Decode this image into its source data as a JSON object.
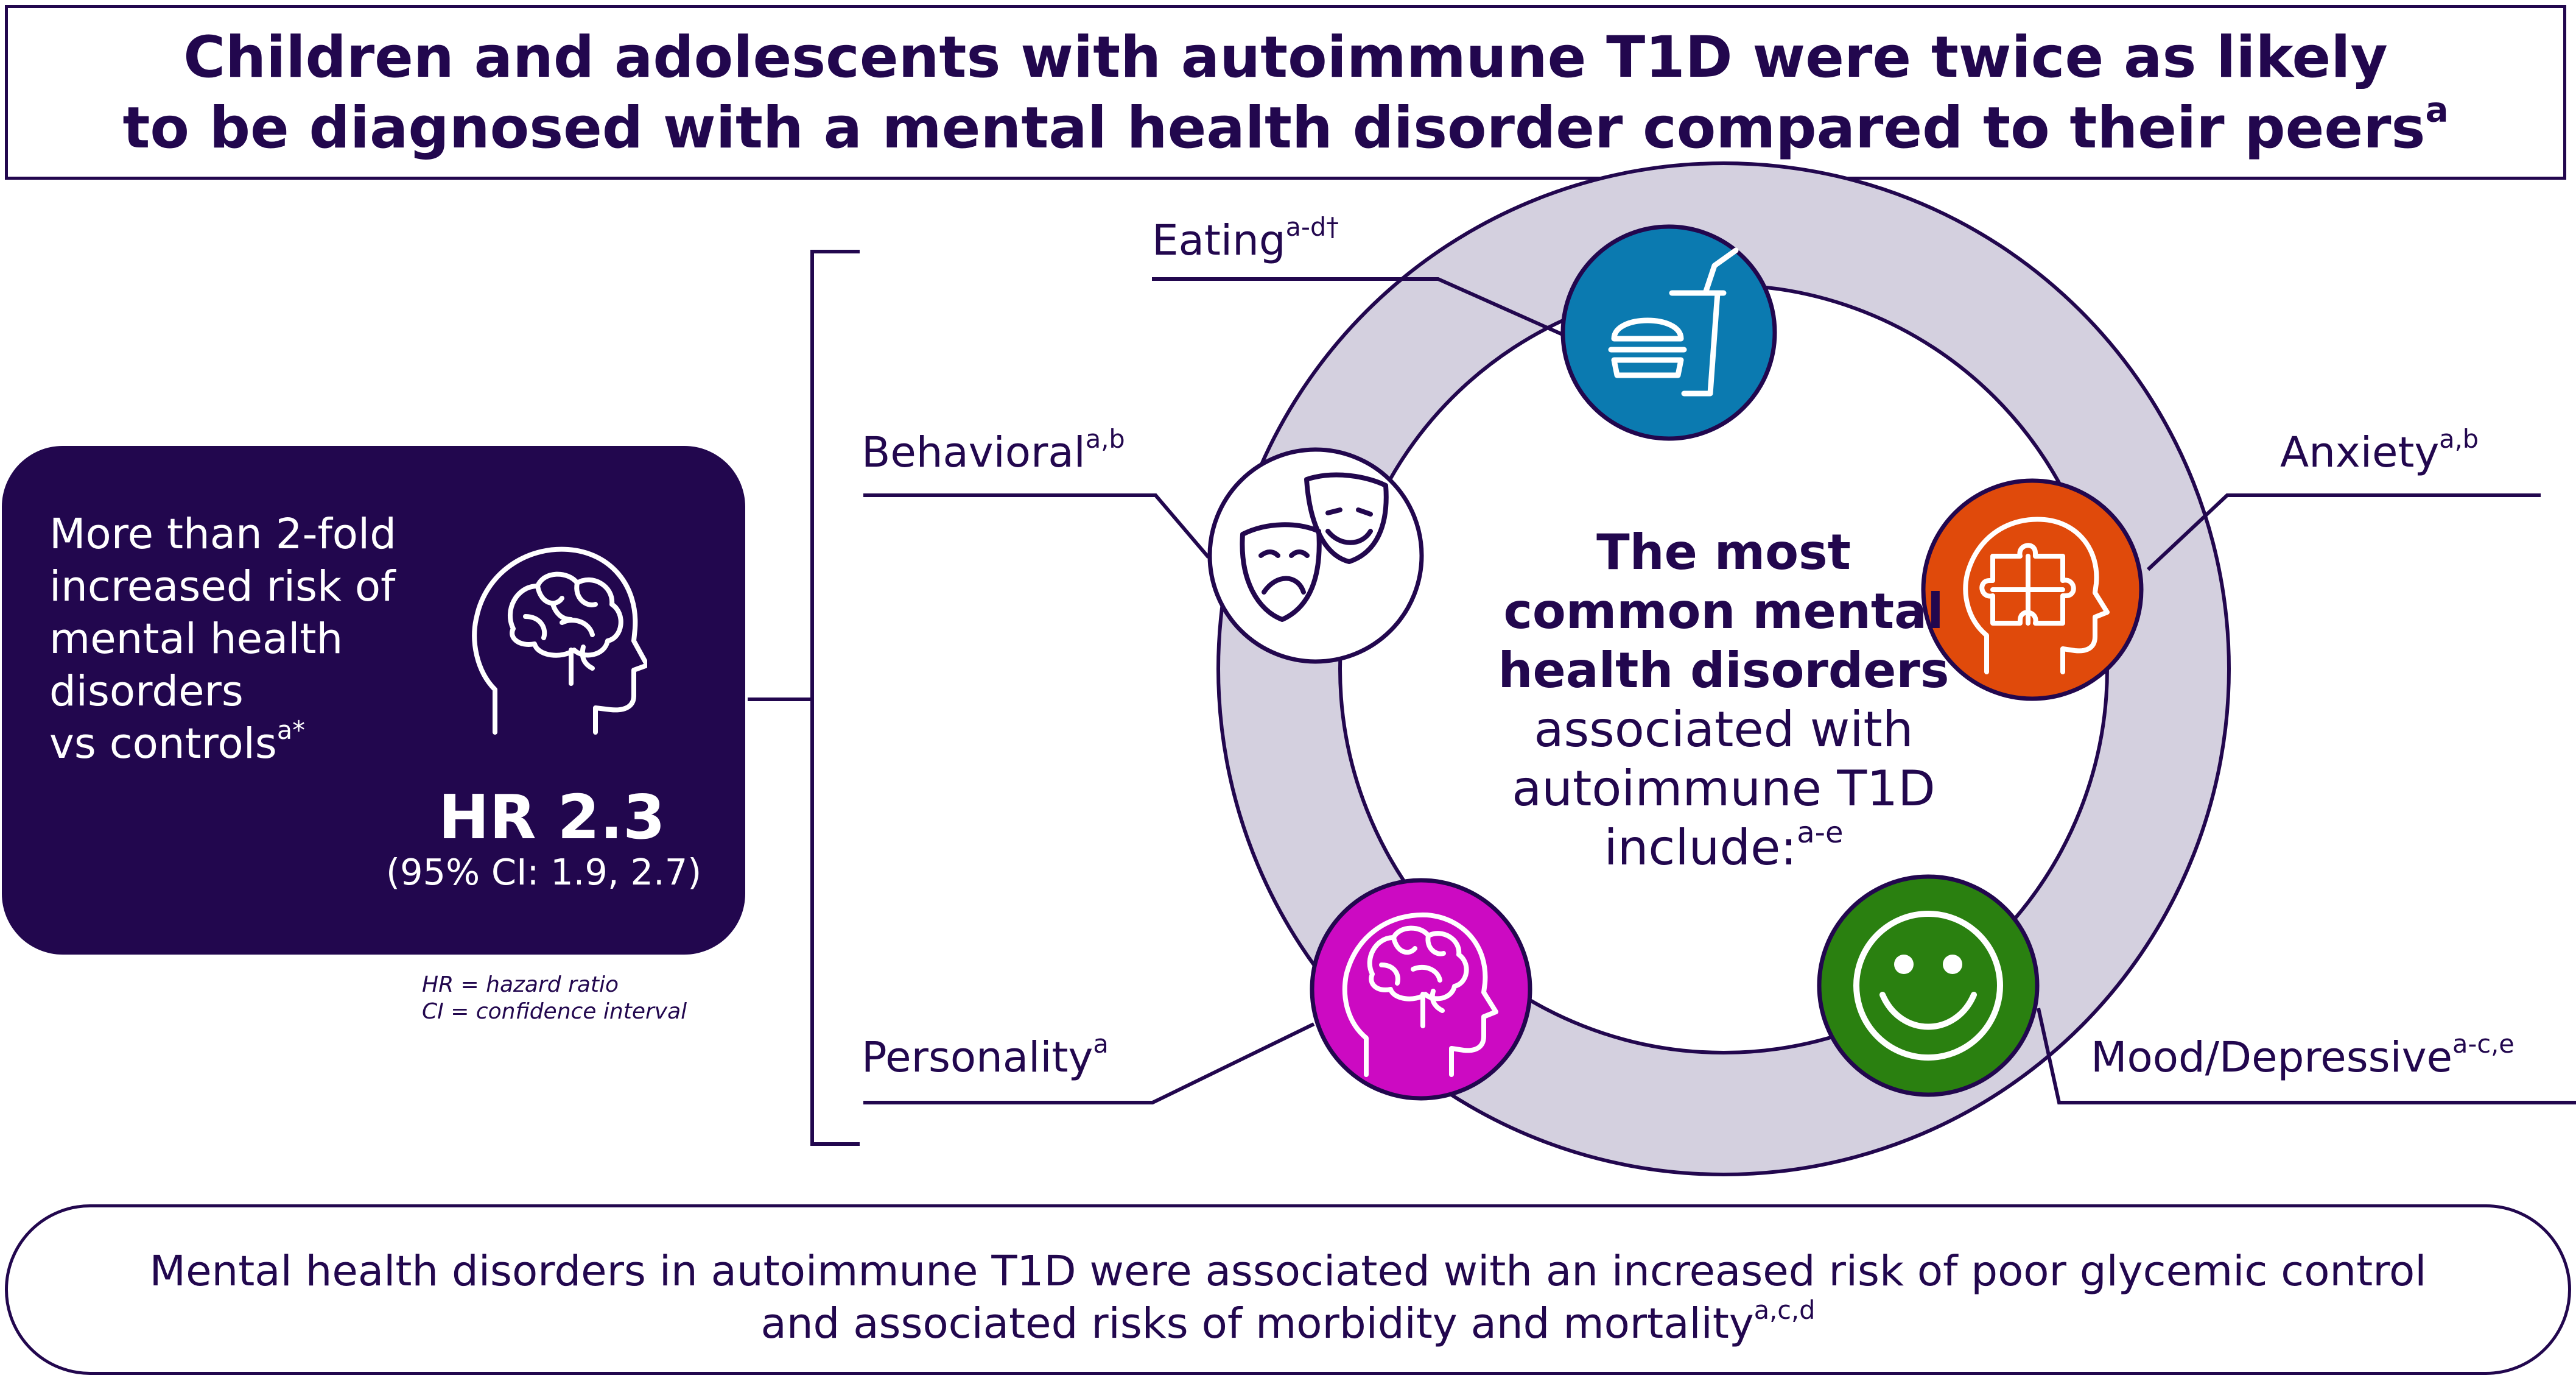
{
  "title": {
    "line1": "Children and adolescents with autoimmune T1D were twice as likely",
    "line2": "to be diagnosed with a mental health disorder compared to their peers",
    "line2_sup": "a"
  },
  "risk_box": {
    "lines": [
      "More than 2-fold",
      "increased risk of",
      "mental health",
      "disorders"
    ],
    "last_line": "vs controls",
    "last_line_sup": "a*",
    "hr": "HR 2.3",
    "ci": "(95% CI: 1.9, 2.7)"
  },
  "footnotes": [
    "HR = hazard ratio",
    "CI = confidence interval"
  ],
  "center": {
    "bold_lines": [
      "The most",
      "common mental",
      "health disorders"
    ],
    "lines": [
      "associated with",
      "autoimmune T1D"
    ],
    "last_line": "include:",
    "last_line_sup": "a-e"
  },
  "disorders": [
    {
      "label": "Eating",
      "sup": "a-d†",
      "color": "#0b7ab0",
      "icon": "burger-drink-icon"
    },
    {
      "label": "Behavioral",
      "sup": "a,b",
      "color": "#ffffff",
      "icon": "theater-masks-icon"
    },
    {
      "label": "Anxiety",
      "sup": "a,b",
      "color": "#e04a0b",
      "icon": "puzzle-head-icon"
    },
    {
      "label": "Personality",
      "sup": "a",
      "color": "#cc0ac2",
      "icon": "brain-head-icon"
    },
    {
      "label": "Mood/Depressive",
      "sup": "a-c,e",
      "color": "#2a8010",
      "icon": "smiley-face-icon"
    }
  ],
  "bottom": {
    "line1": "Mental health disorders in autoimmune T1D were associated with an increased risk of poor glycemic control",
    "line2": "and associated risks of morbidity and mortality",
    "line2_sup": "a,c,d"
  },
  "colors": {
    "navy": "#22074e",
    "ring": "#d4d0df"
  }
}
